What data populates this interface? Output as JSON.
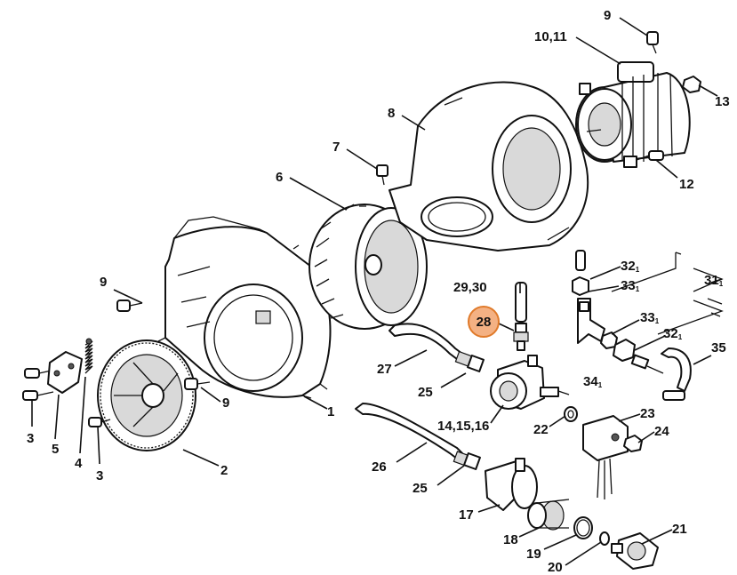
{
  "diagram": {
    "highlight": {
      "label": "28",
      "color": "#f4b183",
      "ring_color": "#e07a2a"
    },
    "labels": {
      "l9a": "9",
      "l10_11": "10,11",
      "l13": "13",
      "l8": "8",
      "l7": "7",
      "l12": "12",
      "l6": "6",
      "l9b": "9",
      "l29_30": "29,30",
      "l32a": "32",
      "l33a": "33",
      "l31": "31",
      "l33b": "33",
      "l32b": "32",
      "l35": "35",
      "l27": "27",
      "l25a": "25",
      "l34": "34",
      "l1": "1",
      "l9c": "9",
      "l3a": "3",
      "l5": "5",
      "l4": "4",
      "l3b": "3",
      "l2": "2",
      "l14_16": "14,15,16",
      "l22": "22",
      "l23": "23",
      "l24": "24",
      "l26": "26",
      "l25b": "25",
      "l17": "17",
      "l18": "18",
      "l19": "19",
      "l20": "20",
      "l21": "21"
    },
    "subscripts": {
      "s32a": "1",
      "s33a": "1",
      "s31": "1",
      "s33b": "1",
      "s32b": "1",
      "s34": "1"
    }
  }
}
